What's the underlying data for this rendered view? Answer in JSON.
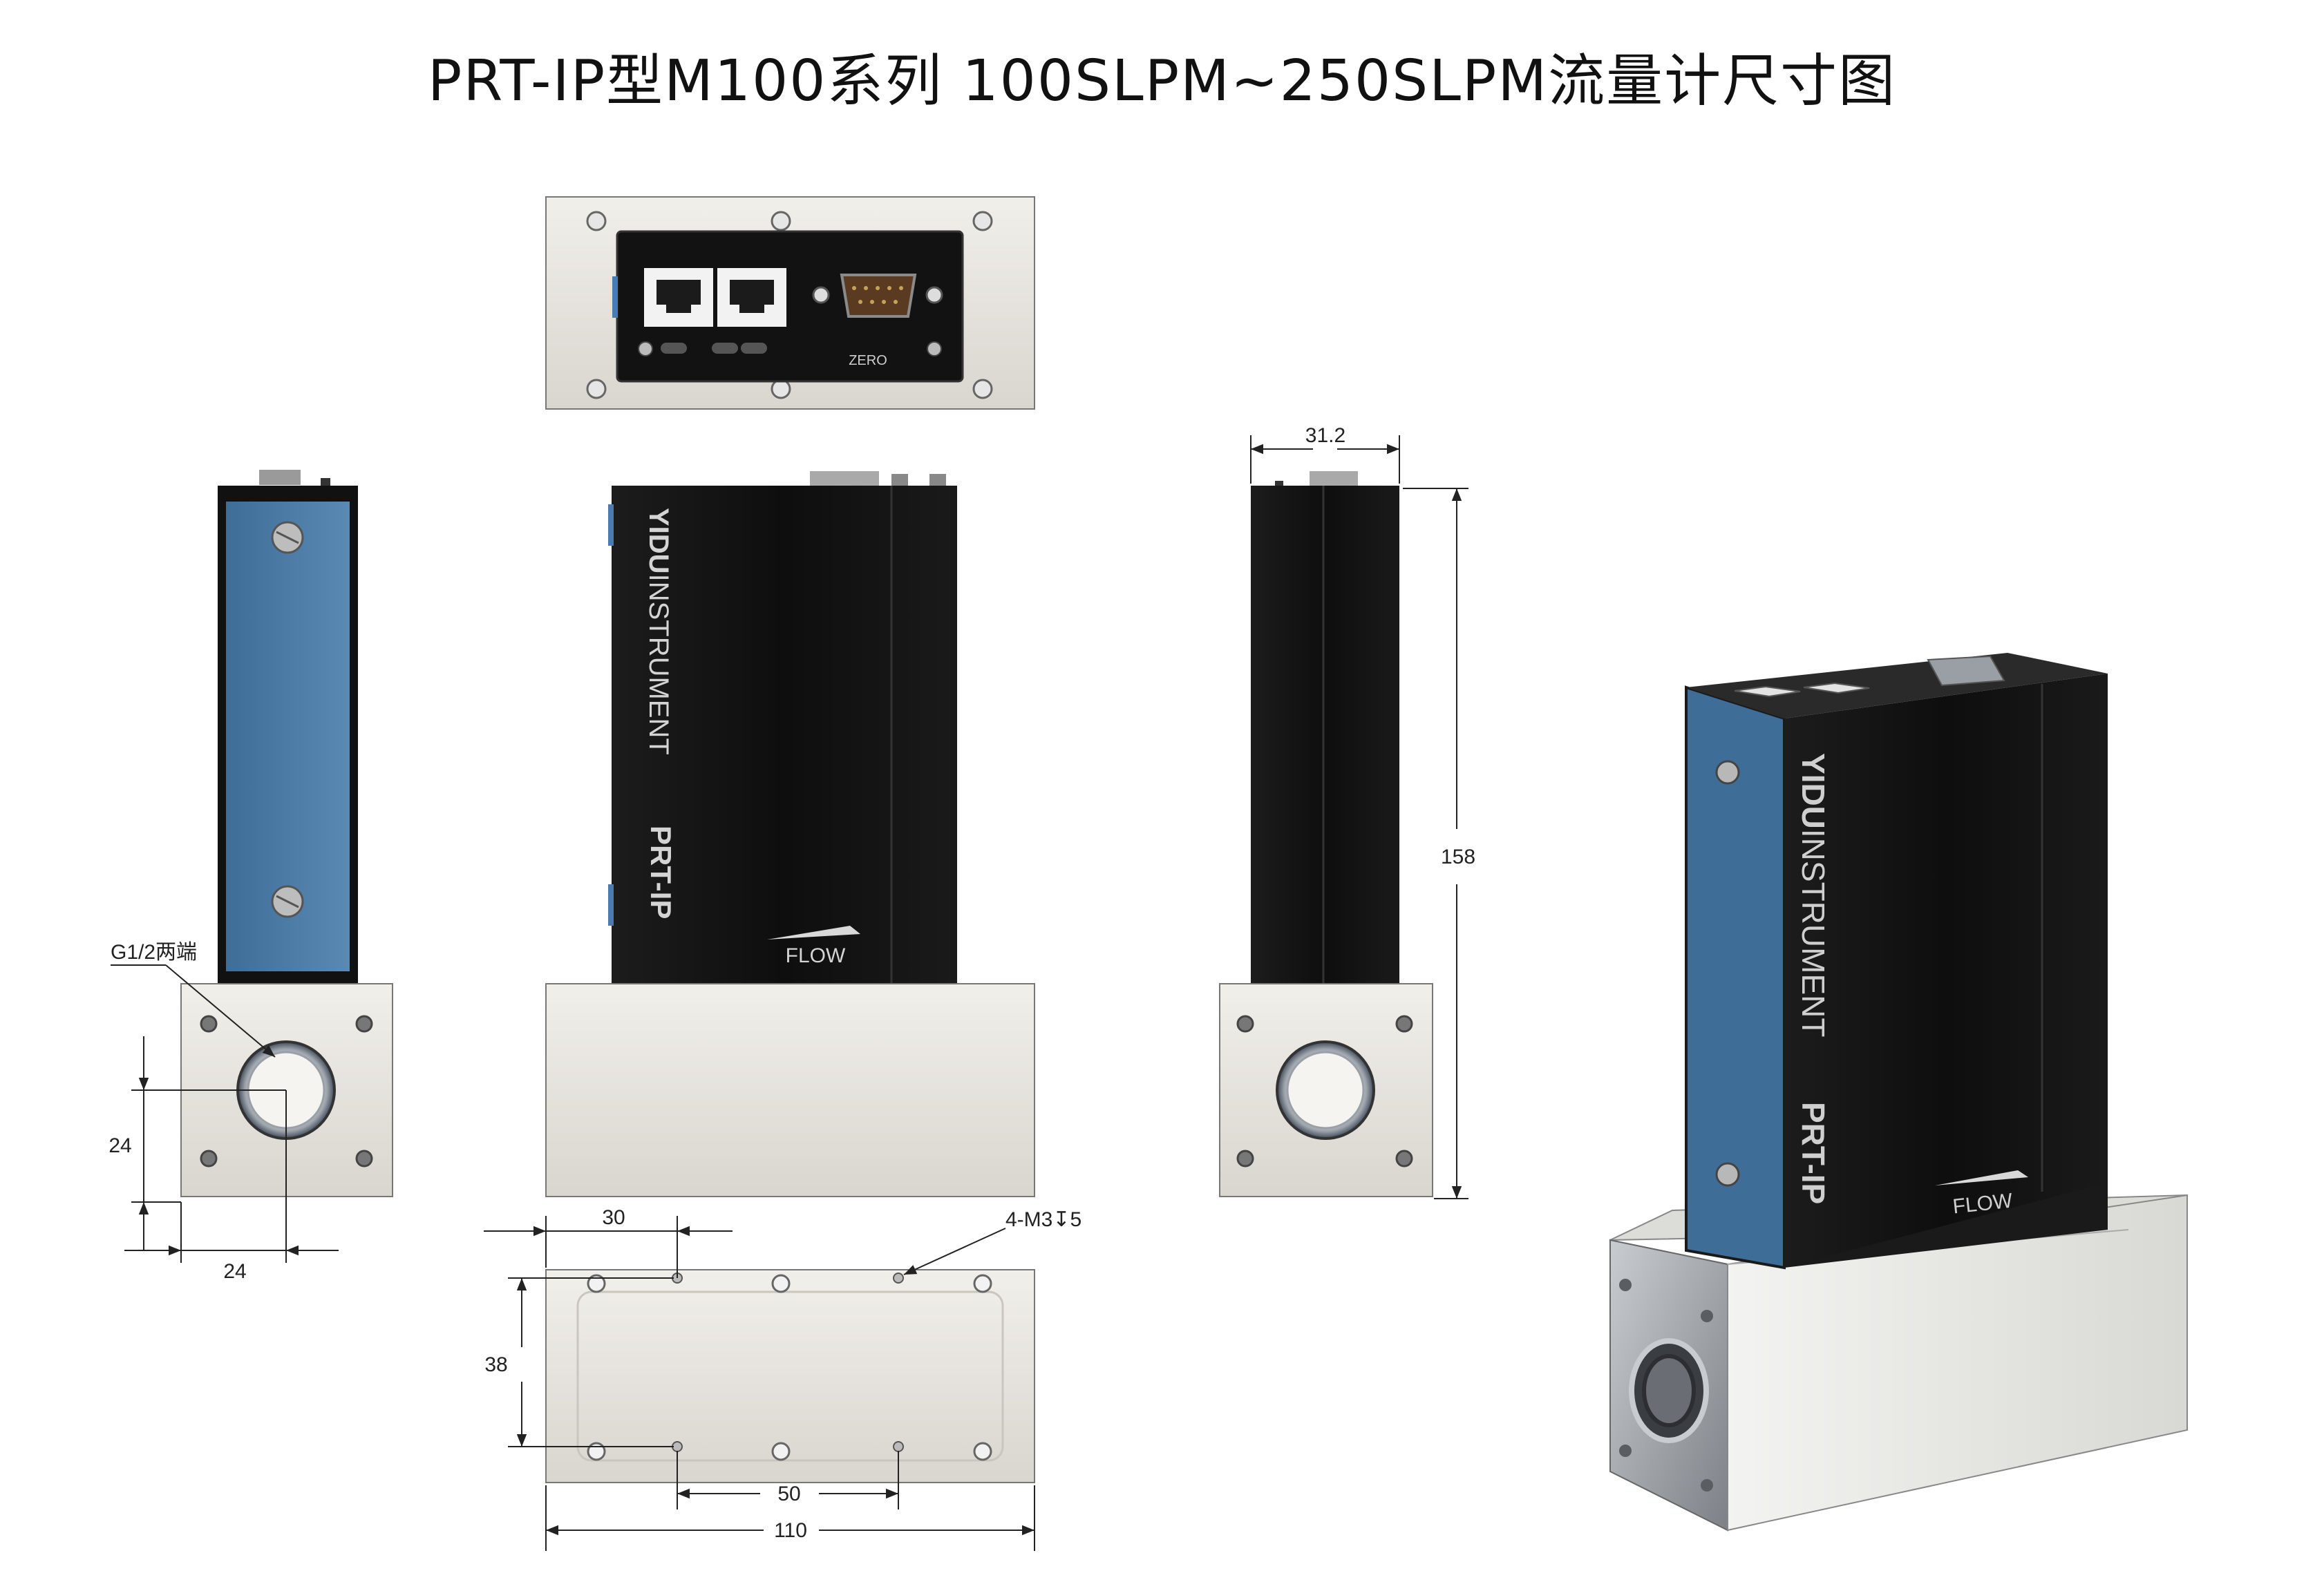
{
  "title": "PRT-IP型M100系列 100SLPM~250SLPM流量计尺寸图",
  "labels": {
    "zero": "ZERO",
    "brand_bold": "YIDU",
    "brand_rest": "INSTRUMENT",
    "model": "PRT-IP",
    "flow": "FLOW",
    "port_note": "G1/2两端",
    "thread_note": "4-M3↧5"
  },
  "dimensions": {
    "port_height": "24",
    "port_offset": "24",
    "width": "31.2",
    "height": "158",
    "hole_offset": "30",
    "hole_spacing_y": "38",
    "hole_spacing_x": "50",
    "length": "110"
  },
  "colors": {
    "body": "#161616",
    "side_panel": "#5f8fb8",
    "base": "#e9e7e2",
    "outline": "#7a7a7a",
    "line": "#222222"
  }
}
